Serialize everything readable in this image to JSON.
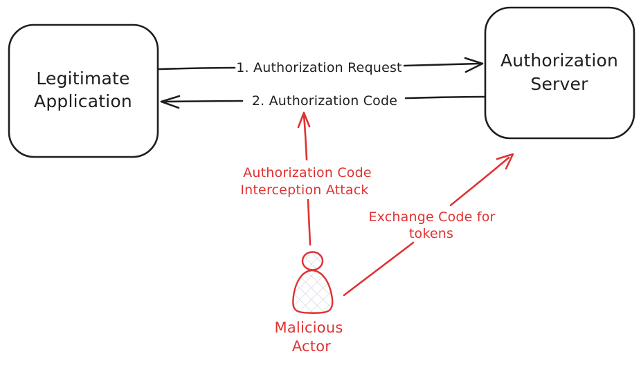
{
  "colors": {
    "ink": "#1e1e1e",
    "red": "#e03131",
    "hatch": "#ced4da",
    "bg": "#ffffff"
  },
  "nodes": {
    "legitimate_app": {
      "line1": "Legitimate",
      "line2": "Application"
    },
    "auth_server": {
      "line1": "Authorization",
      "line2": "Server"
    }
  },
  "flows": {
    "request": {
      "label": "1. Authorization Request"
    },
    "code": {
      "label": "2. Authorization Code"
    }
  },
  "attack": {
    "interception": {
      "line1": "Authorization Code",
      "line2": "Interception Attack"
    },
    "exchange": {
      "line1": "Exchange Code for",
      "line2": "tokens"
    }
  },
  "actor": {
    "label_line1": "Malicious",
    "label_line2": "Actor"
  }
}
